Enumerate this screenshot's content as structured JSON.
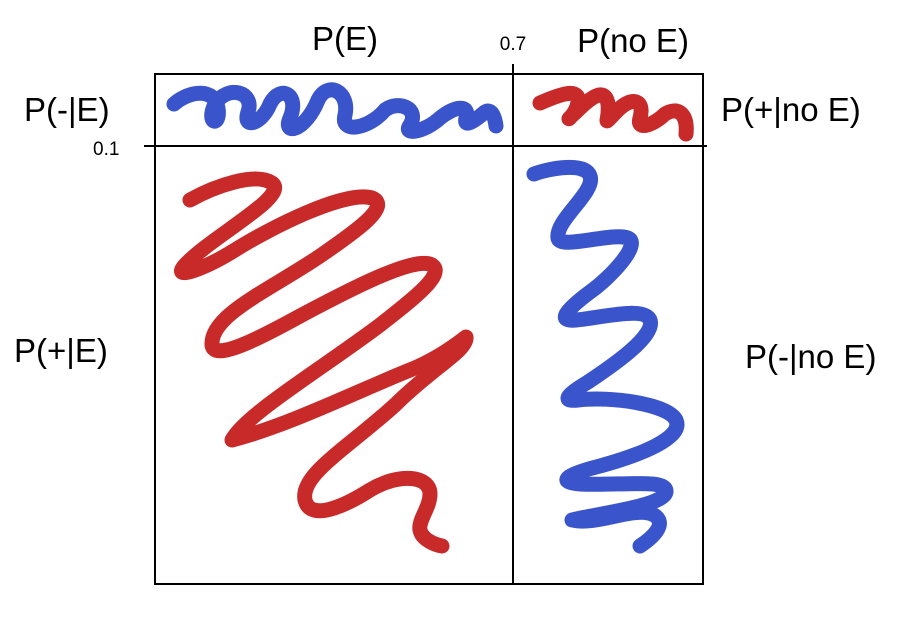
{
  "labels": {
    "p_e": "P(E)",
    "p_no_e": "P(no E)",
    "split_x": "0.7",
    "split_y": "0.1",
    "p_neg_given_e": "P(-|E)",
    "p_pos_given_e": "P(+|E)",
    "p_pos_given_no_e": "P(+|no E)",
    "p_neg_given_no_e": "P(-|no E)"
  },
  "colors": {
    "red": "#c82a2a",
    "blue": "#3a55cc",
    "line": "#000000"
  }
}
